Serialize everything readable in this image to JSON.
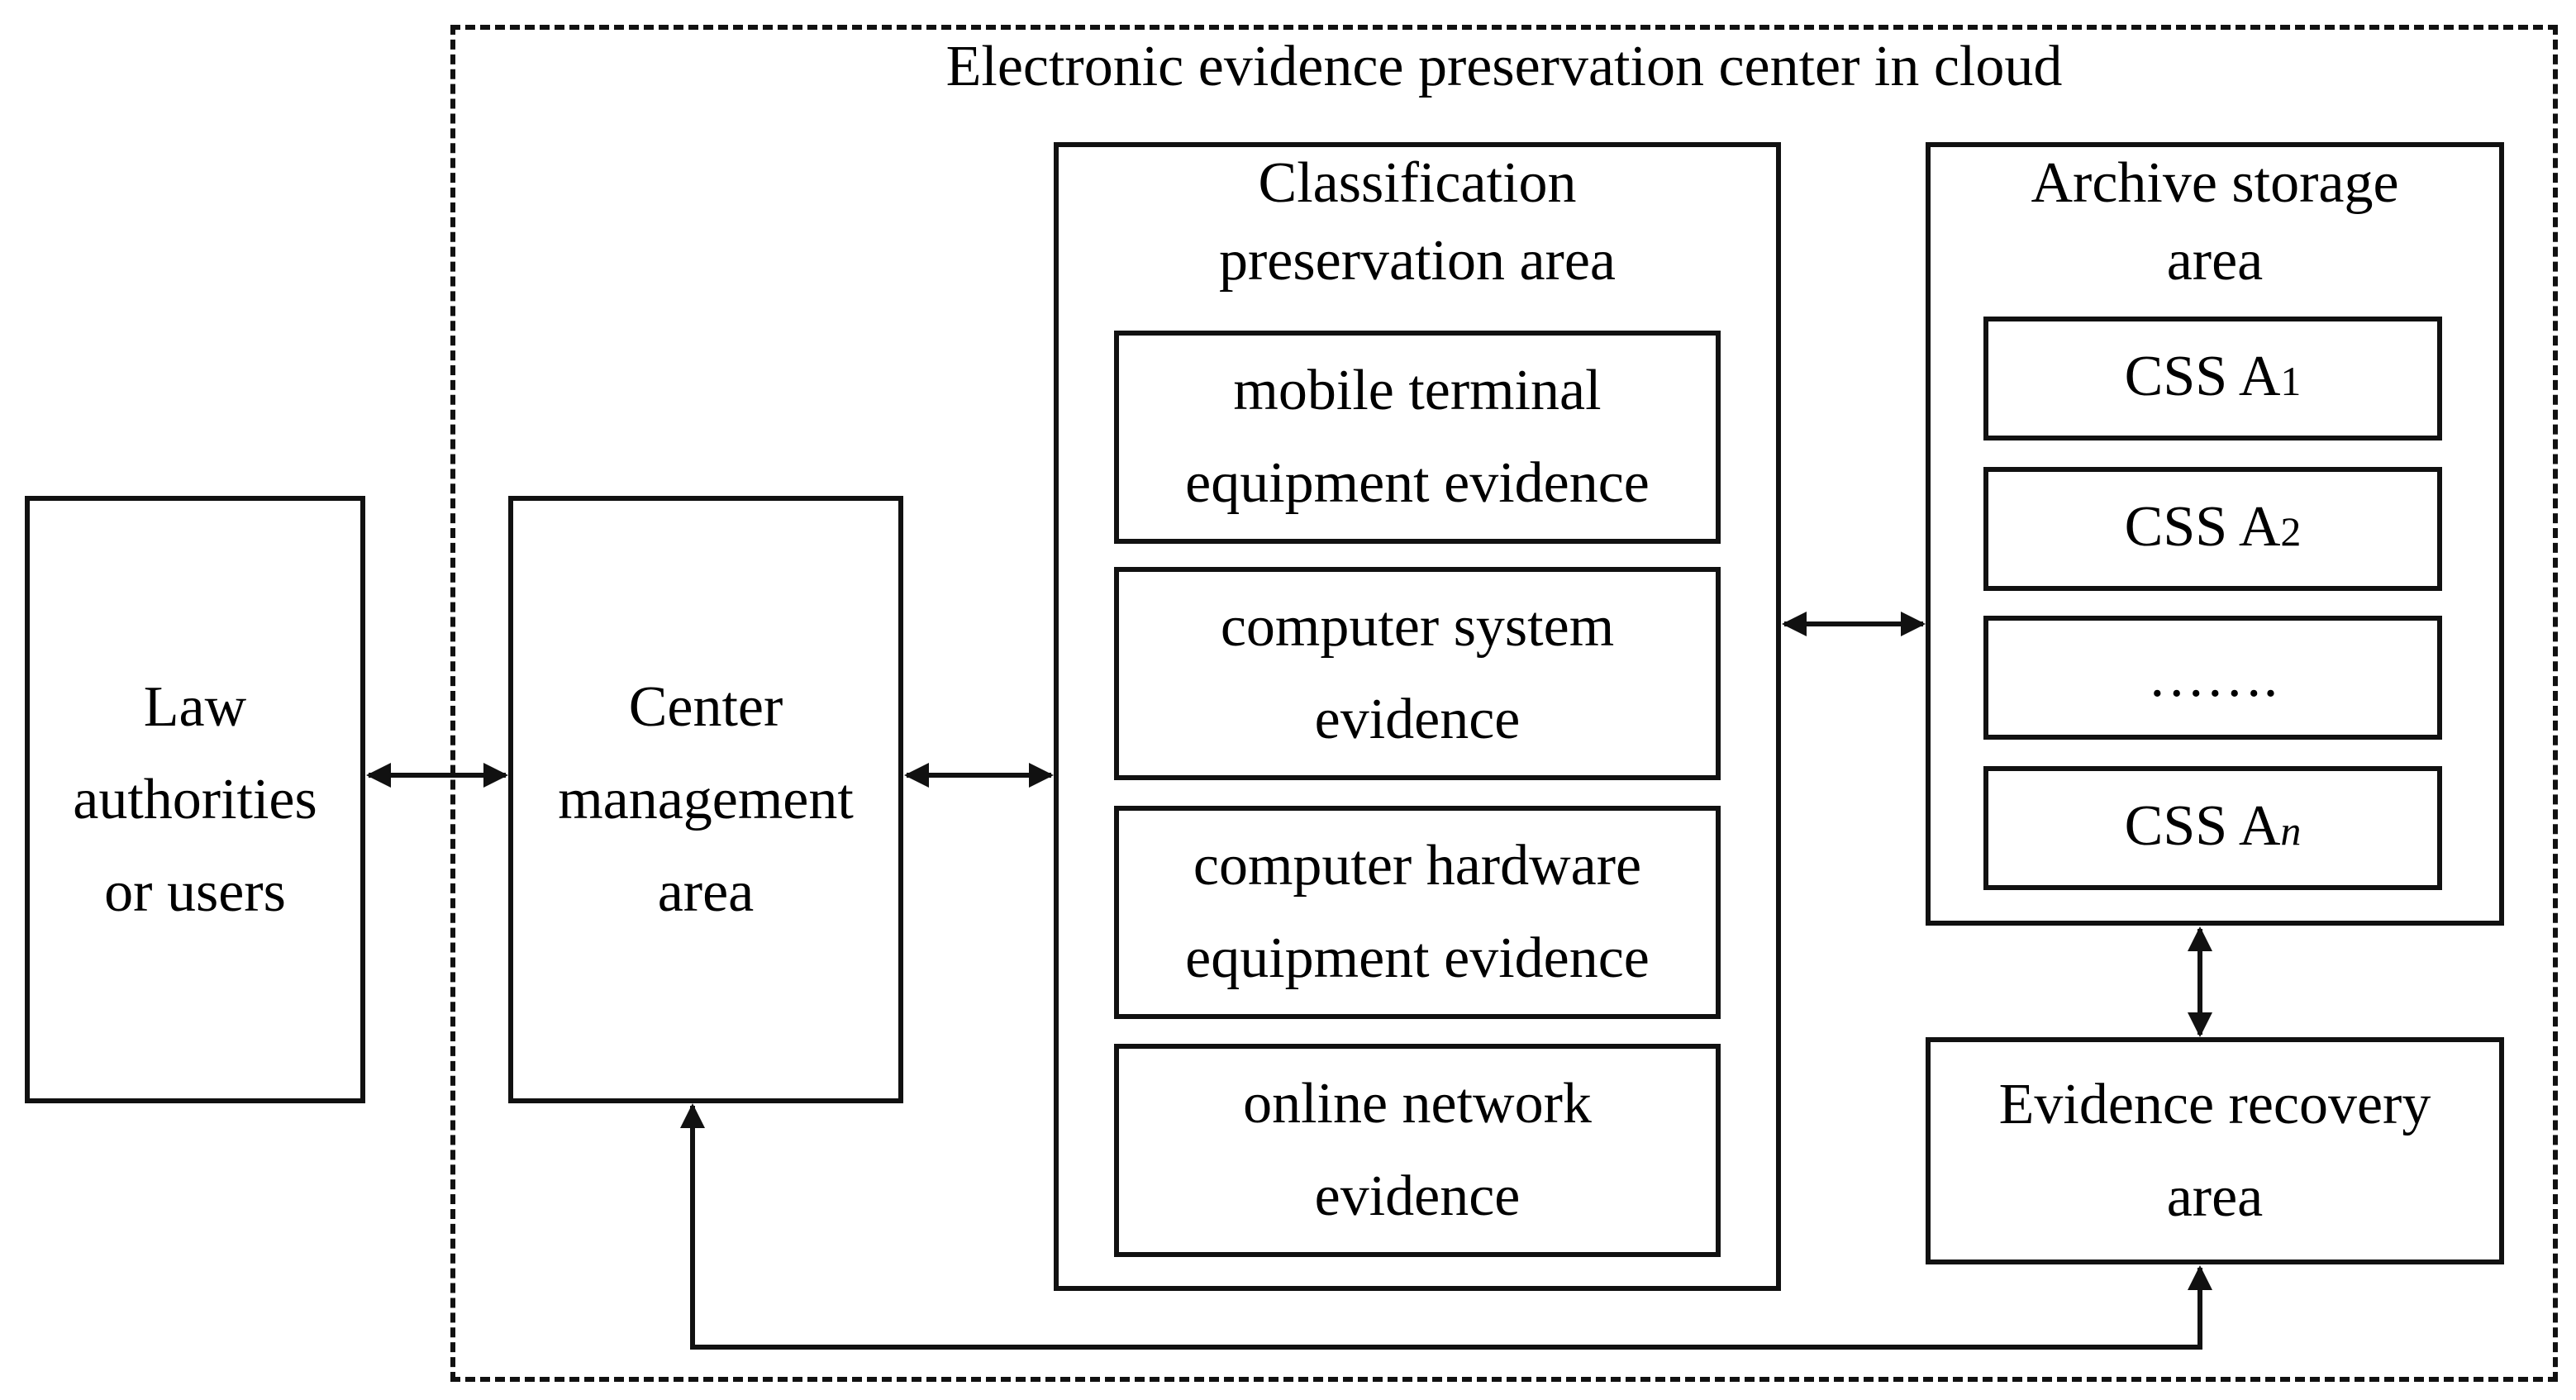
{
  "cloud_center": {
    "title": "Electronic evidence preservation center in cloud"
  },
  "law_box": {
    "label": "Law\nauthorities\nor users"
  },
  "center_box": {
    "label": "Center\nmanagement\narea"
  },
  "classification": {
    "title": "Classification\npreservation area",
    "items": [
      {
        "label": "mobile terminal\nequipment evidence"
      },
      {
        "label": "computer system\nevidence"
      },
      {
        "label": "computer hardware\nequipment evidence"
      },
      {
        "label": "online network\nevidence"
      }
    ]
  },
  "archive": {
    "title": "Archive storage\narea",
    "items": [
      {
        "label": "CSS A",
        "sub": "1"
      },
      {
        "label": "CSS A",
        "sub": "2"
      },
      {
        "label": "……."
      },
      {
        "label": "CSS A",
        "sub": "n"
      }
    ]
  },
  "recovery_box": {
    "label": "Evidence recovery\narea"
  }
}
